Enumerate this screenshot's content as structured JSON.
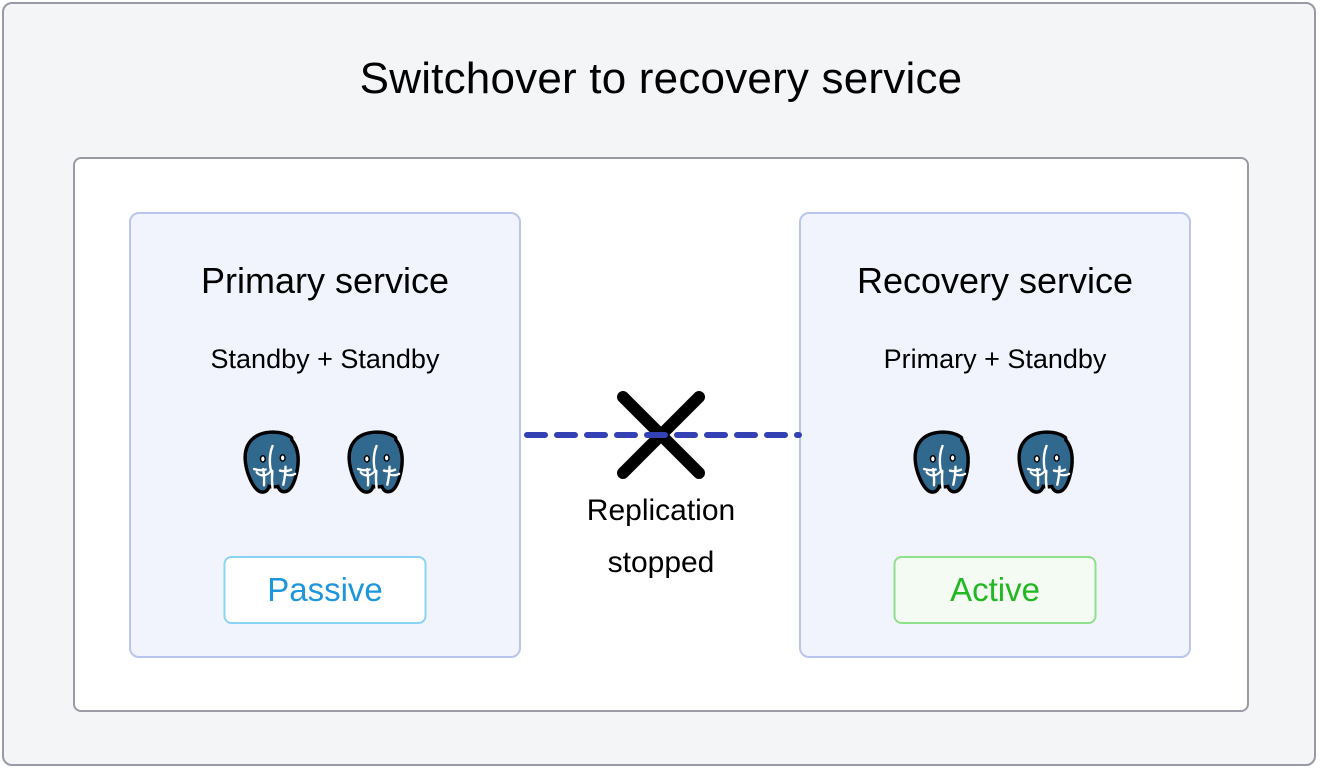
{
  "title": "Switchover to recovery service",
  "panel": {
    "name": "switchover-panel"
  },
  "services": {
    "left": {
      "title": "Primary service",
      "subtitle": "Standby + Standby",
      "status": "Passive",
      "status_color": "#1e96db",
      "status_border": "#8bd3f2",
      "nodes": [
        {
          "icon": "postgresql-elephant-icon",
          "role": "Standby"
        },
        {
          "icon": "postgresql-elephant-icon",
          "role": "Standby"
        }
      ]
    },
    "right": {
      "title": "Recovery service",
      "subtitle": "Primary + Standby",
      "status": "Active",
      "status_color": "#23b723",
      "status_border": "#8fe08b",
      "nodes": [
        {
          "icon": "postgresql-elephant-icon",
          "role": "Primary"
        },
        {
          "icon": "postgresql-elephant-icon",
          "role": "Standby"
        }
      ]
    }
  },
  "replication": {
    "label_line1": "Replication",
    "label_line2": "stopped",
    "line_style": "dashed",
    "line_color": "#3341b5",
    "cross_color": "#000000",
    "cross_icon": "x-cross-icon"
  },
  "colors": {
    "frame_background": "#f4f5f7",
    "frame_border": "#9a9aa6",
    "panel_background": "#ffffff",
    "service_background": "#f1f4fd",
    "service_border": "#b9c5ec",
    "postgres_blue": "#31688e",
    "text": "#000000"
  }
}
